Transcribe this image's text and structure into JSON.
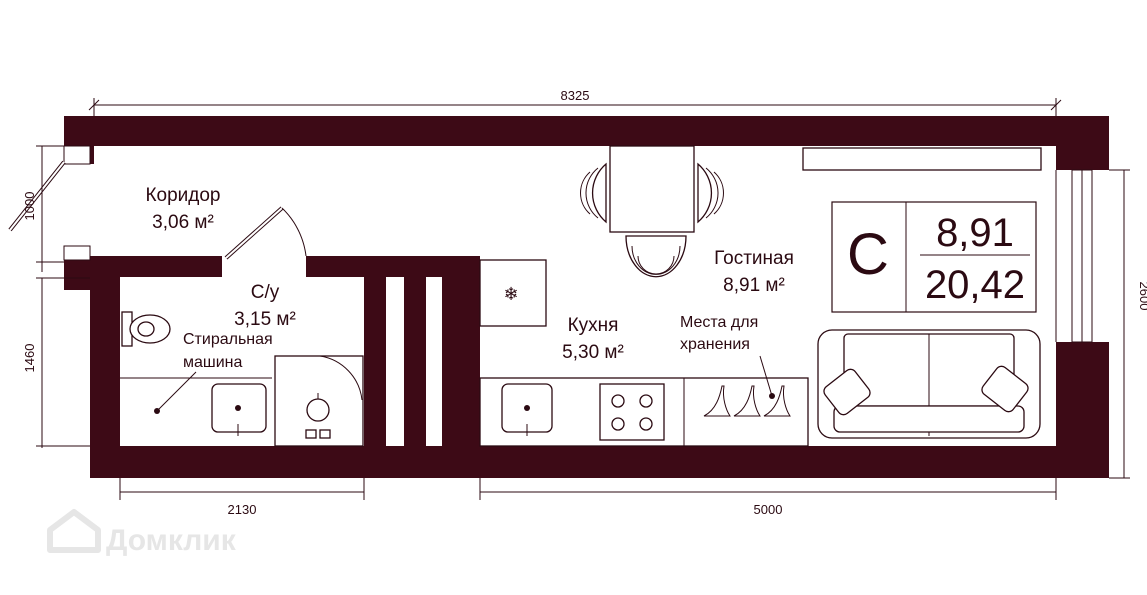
{
  "rooms": {
    "corridor": {
      "name": "Коридор",
      "area": "3,06 м²"
    },
    "bathroom": {
      "name": "С/у",
      "area": "3,15  м²"
    },
    "kitchen": {
      "name": "Кухня",
      "area": "5,30 м²"
    },
    "living": {
      "name": "Гостиная",
      "area": "8,91 м²"
    }
  },
  "annotations": {
    "washing_machine_line1": "Стиральная",
    "washing_machine_line2": "машина",
    "storage_line1": "Места для",
    "storage_line2": "хранения"
  },
  "dimensions": {
    "top_total": "8325",
    "door_width": "1000",
    "right_height": "2600",
    "left_height": "1460",
    "bottom_left": "2130",
    "bottom_right": "5000"
  },
  "badge": {
    "type_letter": "С",
    "living_area": "8,91",
    "total_area": "20,42"
  },
  "watermark": {
    "text": "Домклик"
  },
  "colors": {
    "wall": "#3d0a16",
    "ink": "#2b0a12",
    "watermark": "#e6e6e6"
  }
}
